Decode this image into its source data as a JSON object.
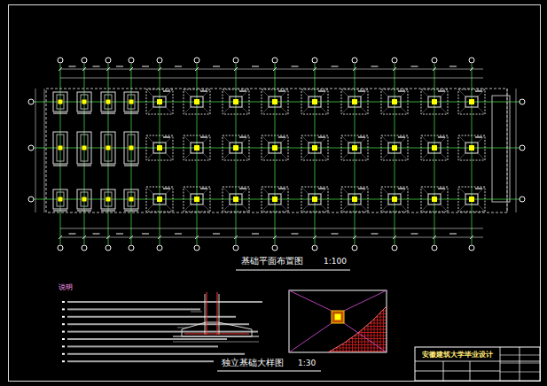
{
  "diagram": {
    "nodes": [
      {
        "text": [
          "安徽建筑大学毕业设计"
        ]
      }
    ],
    "labels": [
      "基础平面布置图",
      "1:100",
      "说明",
      "独立基础大样图",
      "1:30"
    ]
  }
}
